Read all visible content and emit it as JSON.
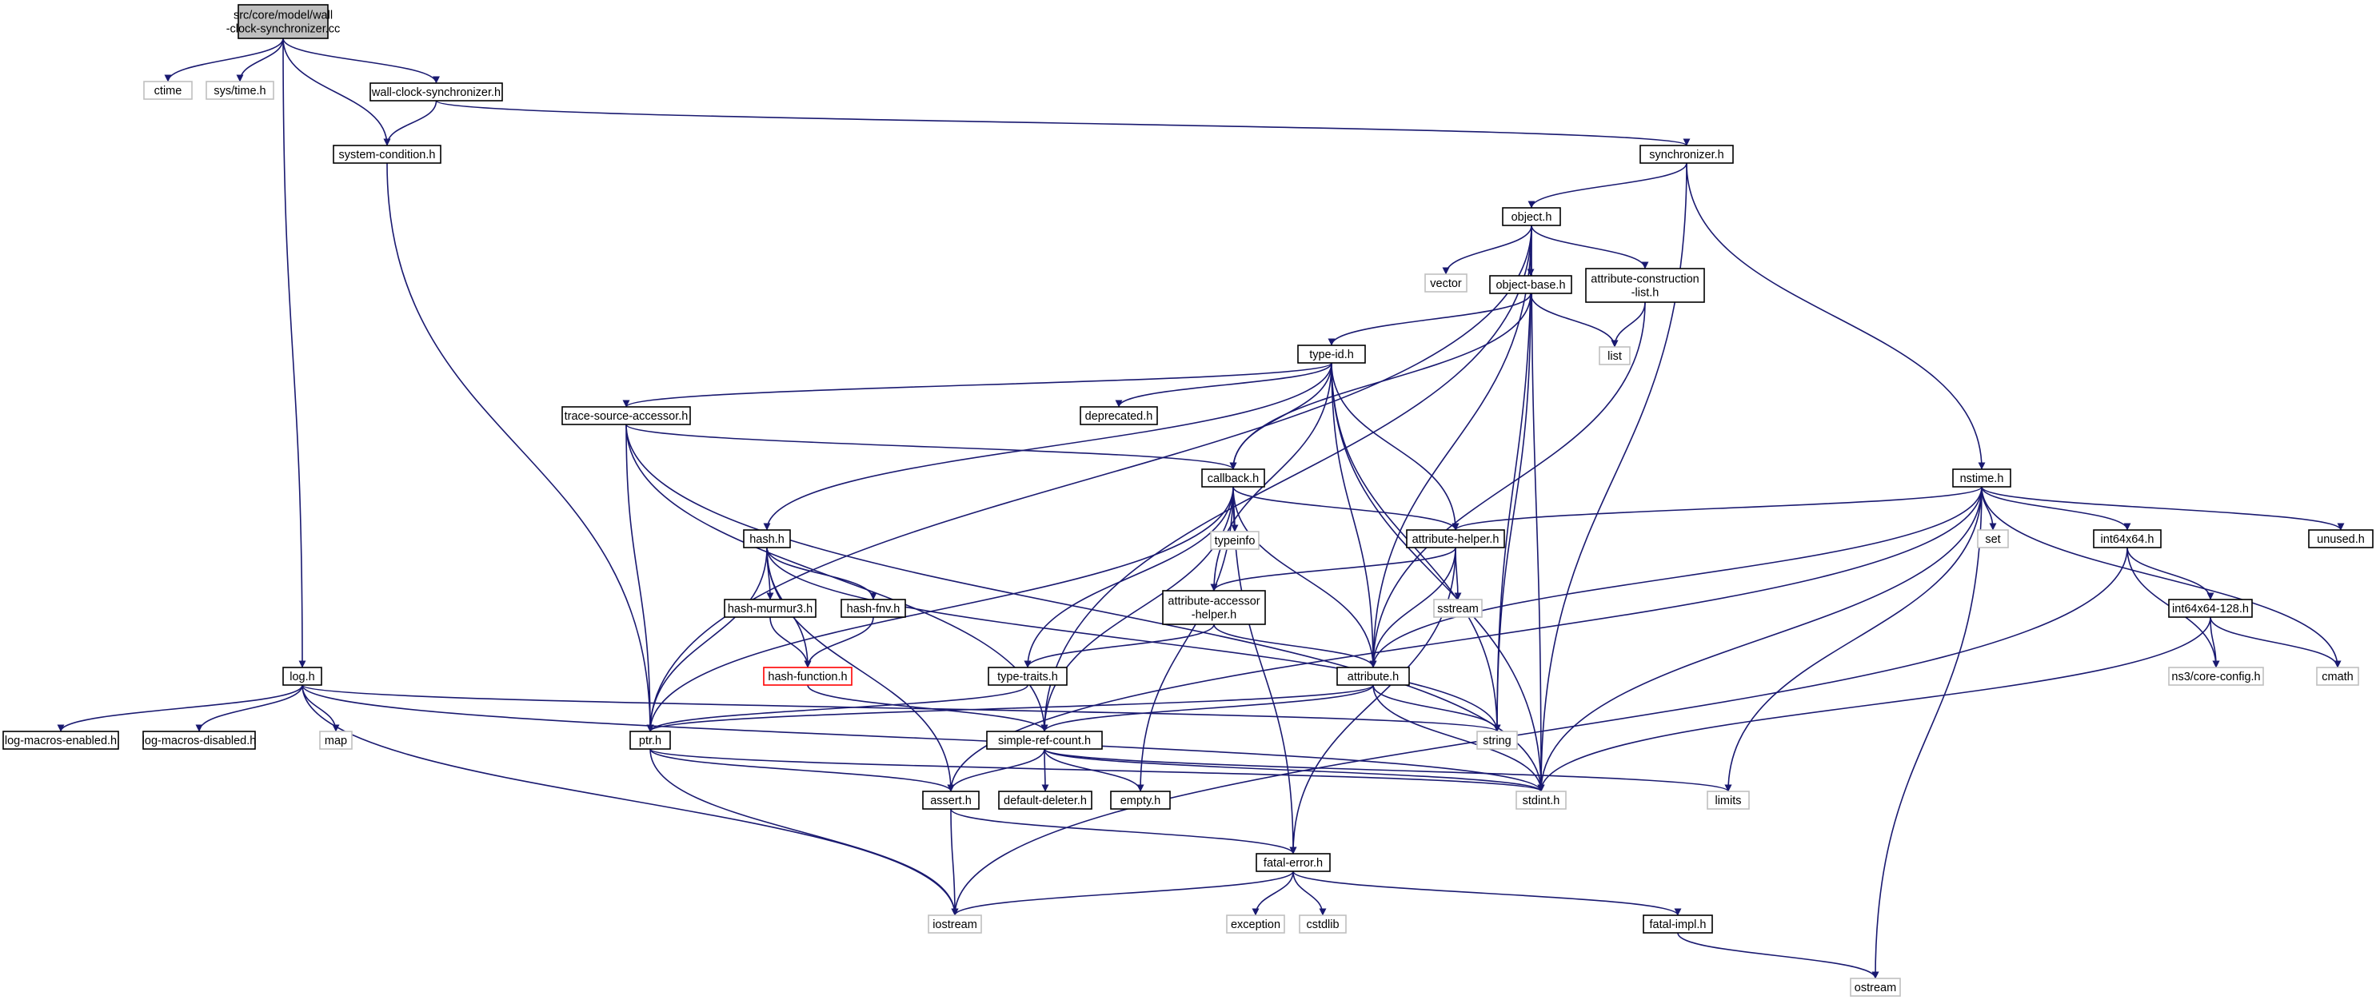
{
  "colors": {
    "edge": "#191970",
    "node_border": "#000000",
    "system_header_border": "#bfbfbf",
    "root_fill": "#bfbfbf",
    "missing_header_border": "#ff0000"
  },
  "nodes": [
    {
      "id": "root",
      "lines": [
        "src/core/model/wall",
        "-clock-synchronizer.cc"
      ],
      "kind": "root"
    },
    {
      "id": "ctime",
      "lines": [
        "ctime"
      ],
      "kind": "sys"
    },
    {
      "id": "systime",
      "lines": [
        "sys/time.h"
      ],
      "kind": "sys"
    },
    {
      "id": "wcsync",
      "lines": [
        "wall-clock-synchronizer.h"
      ],
      "kind": "file"
    },
    {
      "id": "syscond",
      "lines": [
        "system-condition.h"
      ],
      "kind": "file"
    },
    {
      "id": "synchronizer",
      "lines": [
        "synchronizer.h"
      ],
      "kind": "file"
    },
    {
      "id": "object",
      "lines": [
        "object.h"
      ],
      "kind": "file"
    },
    {
      "id": "vector",
      "lines": [
        "vector"
      ],
      "kind": "sys"
    },
    {
      "id": "objectbase",
      "lines": [
        "object-base.h"
      ],
      "kind": "file"
    },
    {
      "id": "attrconst",
      "lines": [
        "attribute-construction",
        "-list.h"
      ],
      "kind": "file"
    },
    {
      "id": "list",
      "lines": [
        "list"
      ],
      "kind": "sys"
    },
    {
      "id": "typeid",
      "lines": [
        "type-id.h"
      ],
      "kind": "file"
    },
    {
      "id": "tsa",
      "lines": [
        "trace-source-accessor.h"
      ],
      "kind": "file"
    },
    {
      "id": "deprecated",
      "lines": [
        "deprecated.h"
      ],
      "kind": "file"
    },
    {
      "id": "callback",
      "lines": [
        "callback.h"
      ],
      "kind": "file"
    },
    {
      "id": "typeinfo",
      "lines": [
        "typeinfo"
      ],
      "kind": "sys"
    },
    {
      "id": "attrhelper",
      "lines": [
        "attribute-helper.h"
      ],
      "kind": "file"
    },
    {
      "id": "sstream",
      "lines": [
        "sstream"
      ],
      "kind": "sys"
    },
    {
      "id": "attraccessor",
      "lines": [
        "attribute-accessor",
        "-helper.h"
      ],
      "kind": "file"
    },
    {
      "id": "hash",
      "lines": [
        "hash.h"
      ],
      "kind": "file"
    },
    {
      "id": "murmur",
      "lines": [
        "hash-murmur3.h"
      ],
      "kind": "file"
    },
    {
      "id": "fnv",
      "lines": [
        "hash-fnv.h"
      ],
      "kind": "file"
    },
    {
      "id": "hashfunc",
      "lines": [
        "hash-function.h"
      ],
      "kind": "red"
    },
    {
      "id": "typetraits",
      "lines": [
        "type-traits.h"
      ],
      "kind": "file"
    },
    {
      "id": "attribute",
      "lines": [
        "attribute.h"
      ],
      "kind": "file"
    },
    {
      "id": "string",
      "lines": [
        "string"
      ],
      "kind": "sys"
    },
    {
      "id": "log",
      "lines": [
        "log.h"
      ],
      "kind": "file"
    },
    {
      "id": "logen",
      "lines": [
        "log-macros-enabled.h"
      ],
      "kind": "file"
    },
    {
      "id": "logdis",
      "lines": [
        "log-macros-disabled.h"
      ],
      "kind": "file"
    },
    {
      "id": "map",
      "lines": [
        "map"
      ],
      "kind": "sys"
    },
    {
      "id": "ptr",
      "lines": [
        "ptr.h"
      ],
      "kind": "file"
    },
    {
      "id": "src",
      "lines": [
        "simple-ref-count.h"
      ],
      "kind": "file"
    },
    {
      "id": "assert",
      "lines": [
        "assert.h"
      ],
      "kind": "file"
    },
    {
      "id": "defdel",
      "lines": [
        "default-deleter.h"
      ],
      "kind": "file"
    },
    {
      "id": "empty",
      "lines": [
        "empty.h"
      ],
      "kind": "file"
    },
    {
      "id": "stdint",
      "lines": [
        "stdint.h"
      ],
      "kind": "sys"
    },
    {
      "id": "limits",
      "lines": [
        "limits"
      ],
      "kind": "sys"
    },
    {
      "id": "fatalerror",
      "lines": [
        "fatal-error.h"
      ],
      "kind": "file"
    },
    {
      "id": "exception",
      "lines": [
        "exception"
      ],
      "kind": "sys"
    },
    {
      "id": "cstdlib",
      "lines": [
        "cstdlib"
      ],
      "kind": "sys"
    },
    {
      "id": "fatalimpl",
      "lines": [
        "fatal-impl.h"
      ],
      "kind": "file"
    },
    {
      "id": "iostream",
      "lines": [
        "iostream"
      ],
      "kind": "sys"
    },
    {
      "id": "ostream",
      "lines": [
        "ostream"
      ],
      "kind": "sys"
    },
    {
      "id": "nstime",
      "lines": [
        "nstime.h"
      ],
      "kind": "file"
    },
    {
      "id": "set",
      "lines": [
        "set"
      ],
      "kind": "sys"
    },
    {
      "id": "int64",
      "lines": [
        "int64x64.h"
      ],
      "kind": "file"
    },
    {
      "id": "int128",
      "lines": [
        "int64x64-128.h"
      ],
      "kind": "file"
    },
    {
      "id": "coreconfig",
      "lines": [
        "ns3/core-config.h"
      ],
      "kind": "sys"
    },
    {
      "id": "cmath",
      "lines": [
        "cmath"
      ],
      "kind": "sys"
    },
    {
      "id": "unused",
      "lines": [
        "unused.h"
      ],
      "kind": "file"
    }
  ],
  "edges": [
    [
      "root",
      "ctime"
    ],
    [
      "root",
      "systime"
    ],
    [
      "root",
      "wcsync"
    ],
    [
      "root",
      "syscond"
    ],
    [
      "root",
      "log"
    ],
    [
      "wcsync",
      "syscond"
    ],
    [
      "wcsync",
      "synchronizer"
    ],
    [
      "syscond",
      "ptr"
    ],
    [
      "synchronizer",
      "object"
    ],
    [
      "synchronizer",
      "stdint"
    ],
    [
      "synchronizer",
      "nstime"
    ],
    [
      "object",
      "vector"
    ],
    [
      "object",
      "objectbase"
    ],
    [
      "object",
      "attrconst"
    ],
    [
      "object",
      "ptr"
    ],
    [
      "object",
      "src"
    ],
    [
      "object",
      "attribute"
    ],
    [
      "object",
      "string"
    ],
    [
      "object",
      "stdint"
    ],
    [
      "objectbase",
      "typeid"
    ],
    [
      "objectbase",
      "callback"
    ],
    [
      "objectbase",
      "list"
    ],
    [
      "objectbase",
      "string"
    ],
    [
      "attrconst",
      "list"
    ],
    [
      "attrconst",
      "attribute"
    ],
    [
      "typeid",
      "tsa"
    ],
    [
      "typeid",
      "deprecated"
    ],
    [
      "typeid",
      "callback"
    ],
    [
      "typeid",
      "attrhelper"
    ],
    [
      "typeid",
      "attraccessor"
    ],
    [
      "typeid",
      "hash"
    ],
    [
      "typeid",
      "attribute"
    ],
    [
      "typeid",
      "string"
    ],
    [
      "typeid",
      "stdint"
    ],
    [
      "tsa",
      "callback"
    ],
    [
      "tsa",
      "ptr"
    ],
    [
      "tsa",
      "src"
    ],
    [
      "tsa",
      "stdint"
    ],
    [
      "callback",
      "typeinfo"
    ],
    [
      "callback",
      "attrhelper"
    ],
    [
      "callback",
      "typetraits"
    ],
    [
      "callback",
      "ptr"
    ],
    [
      "callback",
      "src"
    ],
    [
      "callback",
      "empty"
    ],
    [
      "callback",
      "attribute"
    ],
    [
      "callback",
      "fatalerror"
    ],
    [
      "attrhelper",
      "sstream"
    ],
    [
      "attrhelper",
      "attraccessor"
    ],
    [
      "attrhelper",
      "attribute"
    ],
    [
      "attrhelper",
      "fatalerror"
    ],
    [
      "attraccessor",
      "typetraits"
    ],
    [
      "attraccessor",
      "attribute"
    ],
    [
      "hash",
      "murmur"
    ],
    [
      "hash",
      "fnv"
    ],
    [
      "hash",
      "hashfunc"
    ],
    [
      "hash",
      "ptr"
    ],
    [
      "hash",
      "string"
    ],
    [
      "hash",
      "assert"
    ],
    [
      "murmur",
      "hashfunc"
    ],
    [
      "fnv",
      "hashfunc"
    ],
    [
      "hashfunc",
      "src"
    ],
    [
      "typetraits",
      "ptr"
    ],
    [
      "attribute",
      "string"
    ],
    [
      "attribute",
      "ptr"
    ],
    [
      "attribute",
      "src"
    ],
    [
      "attribute",
      "stdint"
    ],
    [
      "log",
      "logen"
    ],
    [
      "log",
      "logdis"
    ],
    [
      "log",
      "map"
    ],
    [
      "log",
      "string"
    ],
    [
      "log",
      "stdint"
    ],
    [
      "log",
      "iostream"
    ],
    [
      "ptr",
      "assert"
    ],
    [
      "ptr",
      "iostream"
    ],
    [
      "ptr",
      "stdint"
    ],
    [
      "src",
      "assert"
    ],
    [
      "src",
      "defdel"
    ],
    [
      "src",
      "empty"
    ],
    [
      "src",
      "limits"
    ],
    [
      "src",
      "stdint"
    ],
    [
      "assert",
      "iostream"
    ],
    [
      "assert",
      "fatalerror"
    ],
    [
      "fatalerror",
      "iostream"
    ],
    [
      "fatalerror",
      "exception"
    ],
    [
      "fatalerror",
      "cstdlib"
    ],
    [
      "fatalerror",
      "fatalimpl"
    ],
    [
      "fatalimpl",
      "ostream"
    ],
    [
      "nstime",
      "set"
    ],
    [
      "nstime",
      "int64"
    ],
    [
      "nstime",
      "cmath"
    ],
    [
      "nstime",
      "unused"
    ],
    [
      "nstime",
      "attrhelper"
    ],
    [
      "nstime",
      "attribute"
    ],
    [
      "nstime",
      "assert"
    ],
    [
      "nstime",
      "stdint"
    ],
    [
      "nstime",
      "limits"
    ],
    [
      "nstime",
      "ostream"
    ],
    [
      "int64",
      "int128"
    ],
    [
      "int64",
      "coreconfig"
    ],
    [
      "int64",
      "iostream"
    ],
    [
      "int128",
      "coreconfig"
    ],
    [
      "int128",
      "cmath"
    ],
    [
      "int128",
      "stdint"
    ]
  ]
}
